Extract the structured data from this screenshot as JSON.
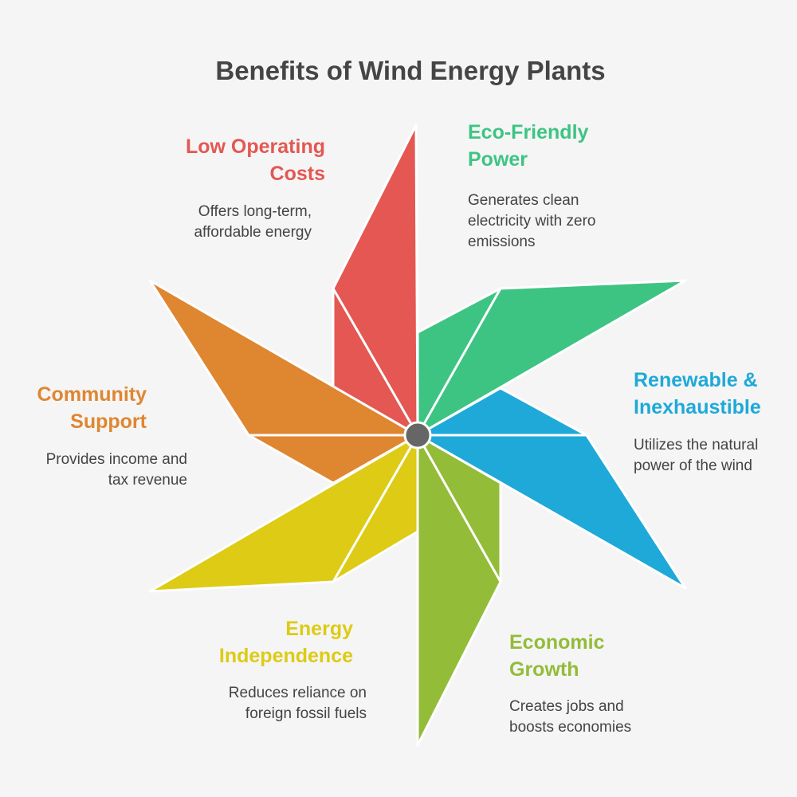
{
  "title": "Benefits of Wind Energy Plants",
  "colors": {
    "low_costs": "#E45752",
    "eco": "#3DC483",
    "renewable": "#1EA9D9",
    "economic": "#93BC38",
    "independence": "#DDCB16",
    "community": "#DF8630",
    "hub": "#666666"
  },
  "items": [
    {
      "heading1": "Low Operating",
      "heading2": "Costs",
      "desc1": "Offers long-term,",
      "desc2": "affordable energy"
    },
    {
      "heading1": "Eco-Friendly",
      "heading2": "Power",
      "desc1": "Generates clean",
      "desc2": "electricity with zero",
      "desc3": "emissions"
    },
    {
      "heading1": "Renewable &",
      "heading2": "Inexhaustible",
      "desc1": "Utilizes the natural",
      "desc2": "power of the wind"
    },
    {
      "heading1": "Economic",
      "heading2": "Growth",
      "desc1": "Creates jobs and",
      "desc2": "boosts economies"
    },
    {
      "heading1": "Energy",
      "heading2": "Independence",
      "desc1": "Reduces reliance on",
      "desc2": "foreign fossil fuels"
    },
    {
      "heading1": "Community",
      "heading2": "Support",
      "desc1": "Provides income and",
      "desc2": "tax revenue"
    }
  ]
}
